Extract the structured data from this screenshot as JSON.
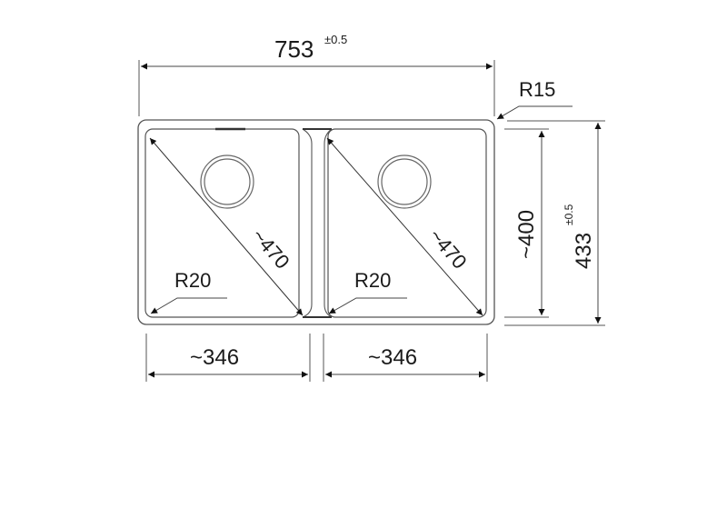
{
  "diagram": {
    "type": "double-bowl sink technical drawing",
    "overall_width": {
      "value": "753",
      "tolerance": "±0.5",
      "tol_plus_minus": "±",
      "tol_value": "0.5"
    },
    "overall_depth": {
      "value": "433",
      "tolerance": "±0.5",
      "tol_plus_minus": "±",
      "tol_value": "0.5"
    },
    "bowl_depth": {
      "label": "~400"
    },
    "corner_radius_outer": {
      "label": "R15"
    },
    "bowls": [
      {
        "name": "left-bowl",
        "width_label": "~346",
        "diagonal_label": "~470",
        "corner_radius_label": "R20"
      },
      {
        "name": "right-bowl",
        "width_label": "~346",
        "diagonal_label": "~470",
        "corner_radius_label": "R20"
      }
    ],
    "colors": {
      "line": "#3a3a3a",
      "text": "#1a1a1a",
      "background": "#ffffff"
    }
  }
}
